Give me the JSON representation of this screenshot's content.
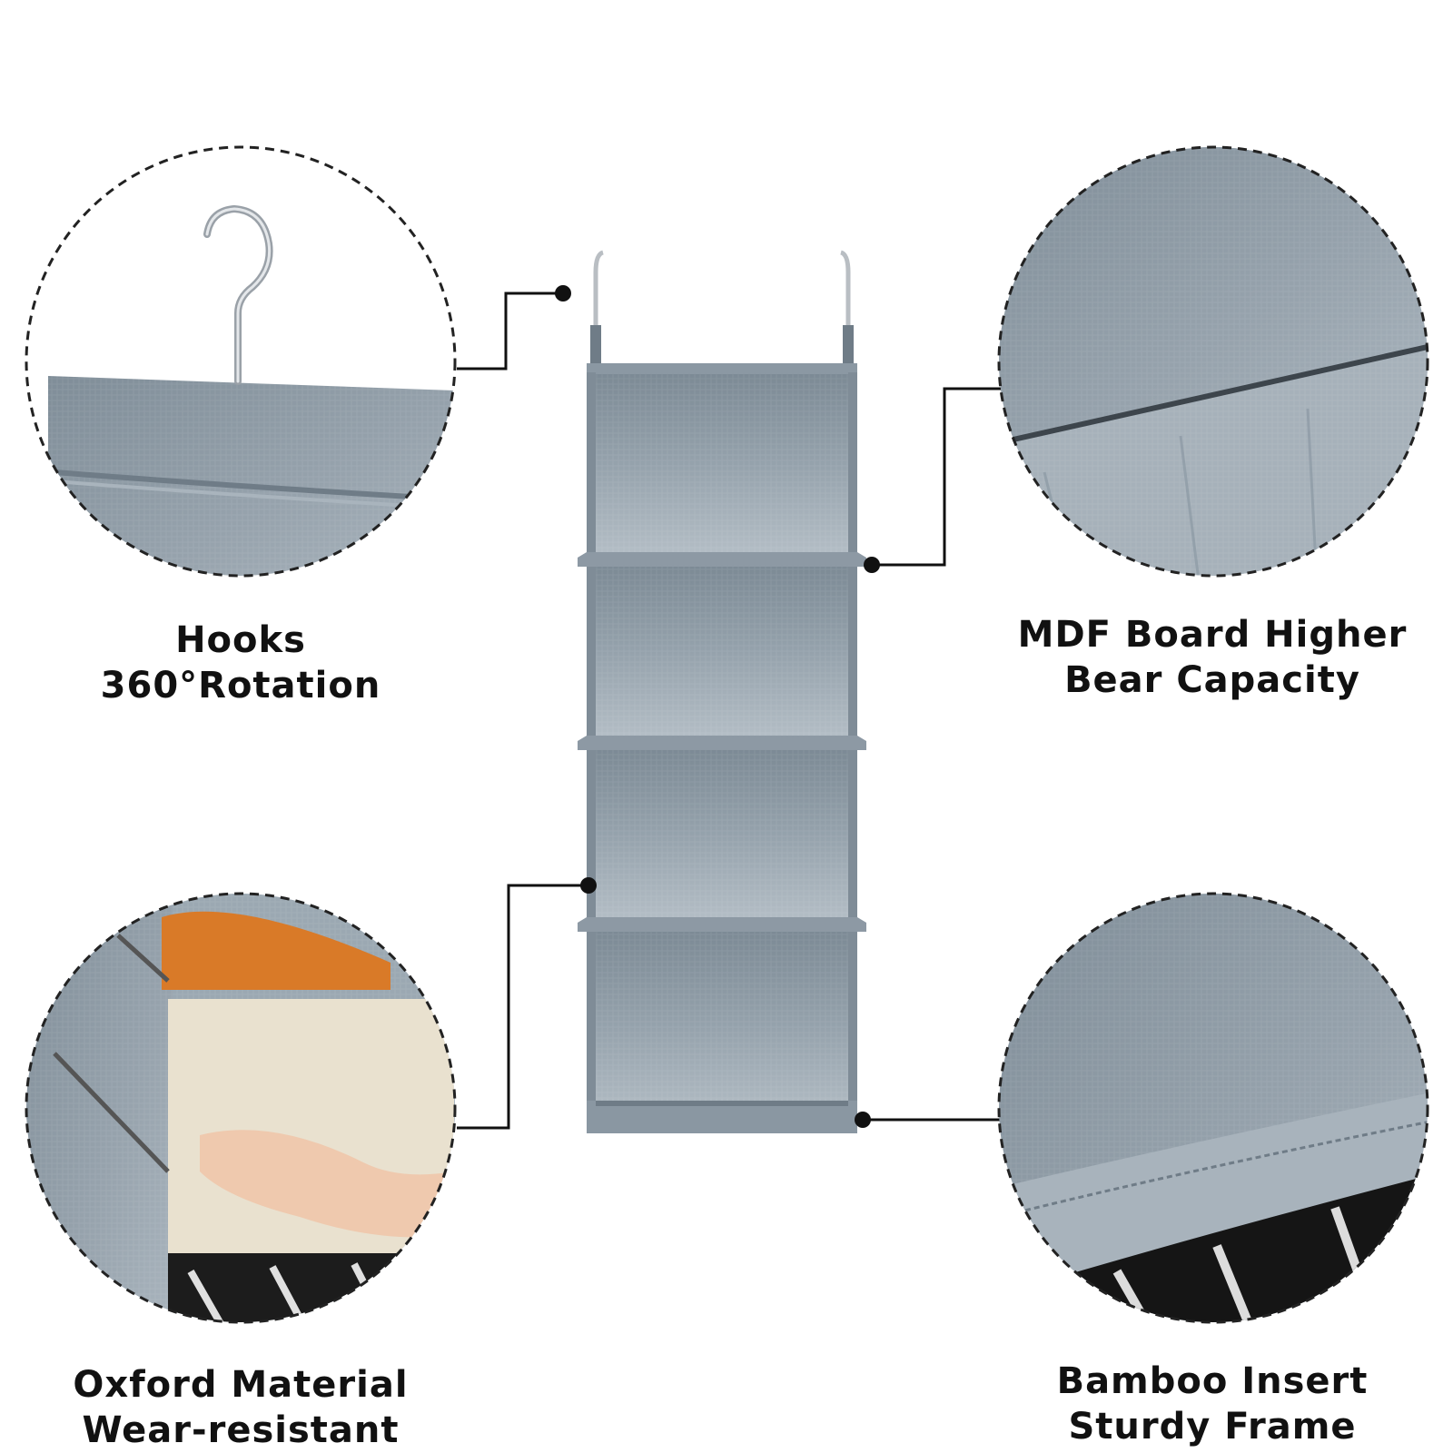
{
  "colors": {
    "fabric": "#8b98a3",
    "fabric_light": "#a9b4bd",
    "fabric_dark": "#6f7c87",
    "leader_line": "#111111",
    "hook_metal": "#b9bec3"
  },
  "features": [
    {
      "id": "hooks",
      "line1": "Hooks",
      "line2": "360°Rotation"
    },
    {
      "id": "mdf",
      "line1": "MDF Board Higher",
      "line2": "Bear Capacity"
    },
    {
      "id": "oxford",
      "line1": "Oxford Material",
      "line2": "Wear-resistant"
    },
    {
      "id": "bamboo",
      "line1": "Bamboo Insert",
      "line2": "Sturdy Frame"
    }
  ],
  "product": {
    "shelf_count": 4
  }
}
